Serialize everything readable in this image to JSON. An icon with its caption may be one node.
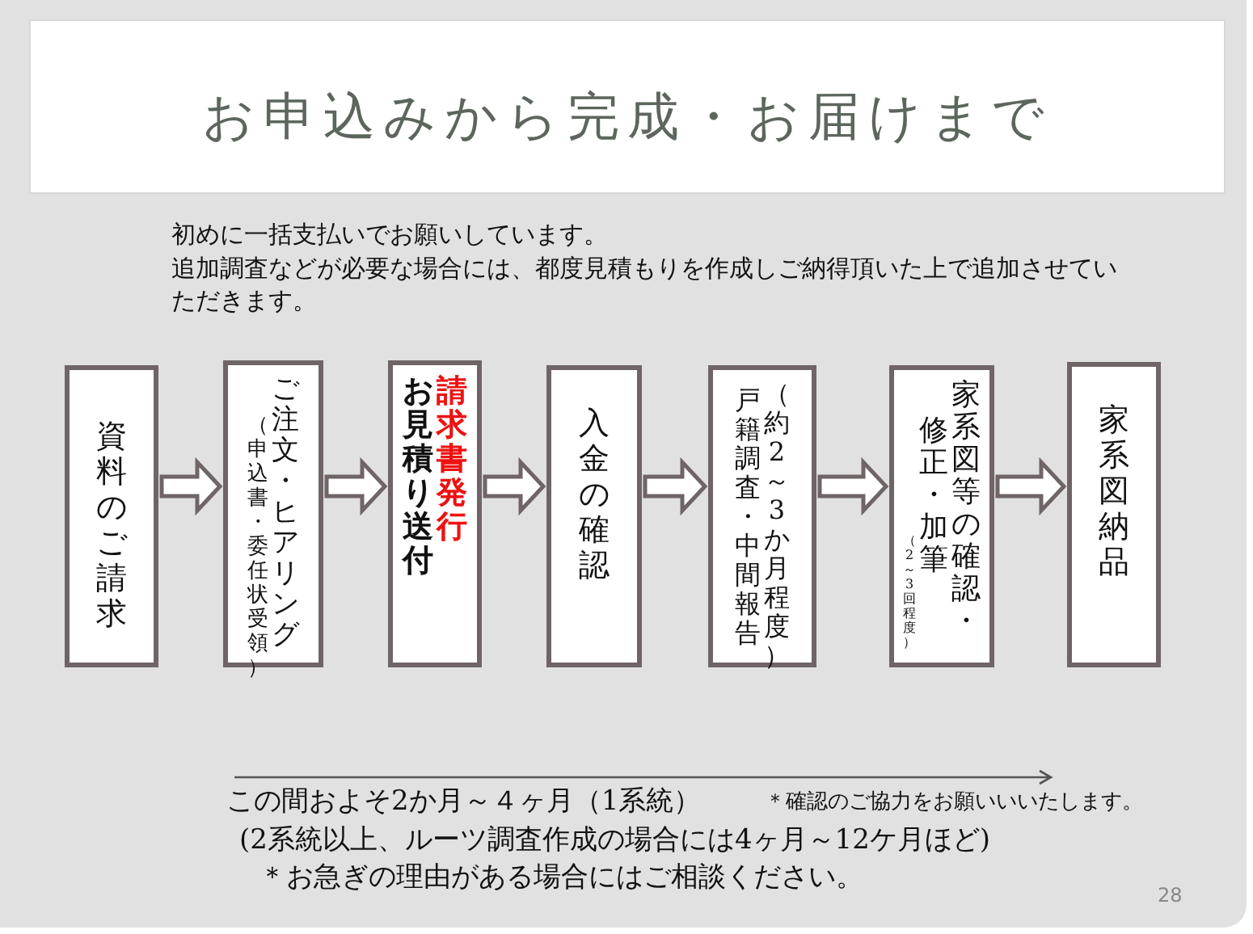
{
  "diagram": {
    "title": "お申込みから完成・お届けまで",
    "nodes": [
      {
        "text": [
          "資料のご請求"
        ]
      },
      {
        "text": [
          "（申込書・委任状受領）",
          "ご注文・ヒアリング"
        ]
      },
      {
        "text": [
          "お見積り送付",
          "請求書発行"
        ]
      },
      {
        "text": [
          "入金の確認"
        ]
      },
      {
        "text": [
          "戸籍調査・中間報告",
          "（約2～3か月程度）"
        ]
      },
      {
        "text": [
          "（2～3回程度）",
          "修正・加筆",
          "家系図等の確認・"
        ]
      },
      {
        "text": [
          "家系図納品"
        ]
      }
    ],
    "edges": [
      {
        "from": 0,
        "to": 1,
        "arrow": "to"
      },
      {
        "from": 1,
        "to": 2,
        "arrow": "to"
      },
      {
        "from": 2,
        "to": 3,
        "arrow": "to"
      },
      {
        "from": 3,
        "to": 4,
        "arrow": "to"
      },
      {
        "from": 4,
        "to": 5,
        "arrow": "to"
      },
      {
        "from": 5,
        "to": 6,
        "arrow": "to"
      }
    ],
    "labels": [
      "初めに一括支払いでお願いしています。",
      "追加調査などが必要な場合には、都度見積もりを作成しご納得頂いた上で追加させていただきます。",
      "この間およそ2か月～４ヶ月（1系統）",
      "＊確認のご協力をお願いいいたします。",
      "(2系統以上、ルーツ調査作成の場合には4ヶ月～12ケ月ほど)",
      "＊お急ぎの理由がある場合にはご相談ください。",
      "28"
    ]
  }
}
